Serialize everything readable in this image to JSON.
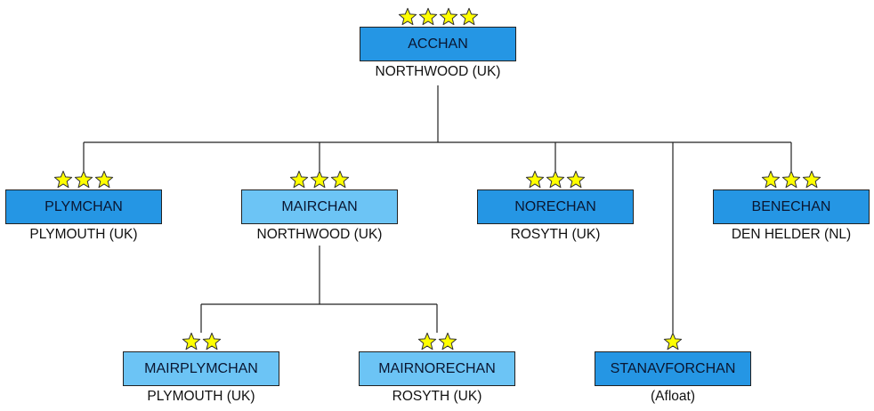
{
  "nodes": {
    "acchan": {
      "name": "ACCHAN",
      "location": "NORTHWOOD (UK)",
      "stars": 4,
      "shade": "dark"
    },
    "plymchan": {
      "name": "PLYMCHAN",
      "location": "PLYMOUTH (UK)",
      "stars": 3,
      "shade": "dark"
    },
    "mairchan": {
      "name": "MAIRCHAN",
      "location": "NORTHWOOD (UK)",
      "stars": 3,
      "shade": "light"
    },
    "norechan": {
      "name": "NORECHAN",
      "location": "ROSYTH (UK)",
      "stars": 3,
      "shade": "dark"
    },
    "benechan": {
      "name": "BENECHAN",
      "location": "DEN HELDER (NL)",
      "stars": 3,
      "shade": "dark"
    },
    "mairplymchan": {
      "name": "MAIRPLYMCHAN",
      "location": "PLYMOUTH (UK)",
      "stars": 2,
      "shade": "light"
    },
    "mairnorechan": {
      "name": "MAIRNORECHAN",
      "location": "ROSYTH (UK)",
      "stars": 2,
      "shade": "light"
    },
    "stanavforchan": {
      "name": "STANAVFORCHAN",
      "location": "(Afloat)",
      "stars": 1,
      "shade": "dark"
    }
  },
  "colors": {
    "dark_box": "#2596e4",
    "light_box": "#6cc4f5",
    "star_fill": "#ffff00",
    "line": "#222222"
  }
}
